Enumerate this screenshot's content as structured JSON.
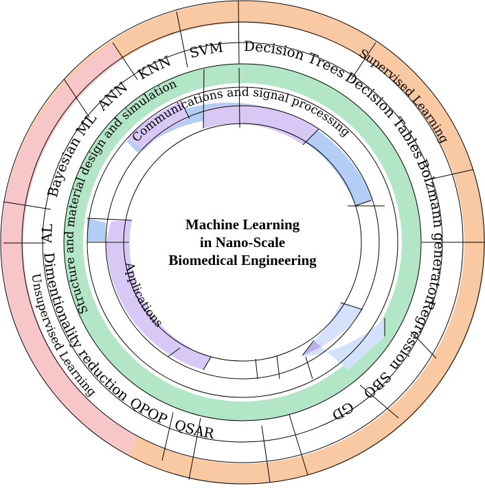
{
  "center_title": [
    "Machine Learning",
    "in Nano-Scale",
    "Biomedical Engineering"
  ],
  "colors": {
    "supervised": "#f9c9a4",
    "unsupervised": "#f7c6c9",
    "structure": "#b3e6c6",
    "communications": "#b3cdf4",
    "applications": "#d8c8f6",
    "applications_dark": "#bcb0f2",
    "regression_box": "#d3e2fa",
    "line": "#000000"
  },
  "learning_types": {
    "supervised": "Supervised Learning",
    "unsupervised": "Unsupervised Learning"
  },
  "algorithms": [
    {
      "id": "al",
      "label": "AL"
    },
    {
      "id": "bayesian-ml",
      "label": "Bayesian ML"
    },
    {
      "id": "ann",
      "label": "ANN"
    },
    {
      "id": "knn",
      "label": "KNN"
    },
    {
      "id": "svm",
      "label": "SVM"
    },
    {
      "id": "decision-trees",
      "label": "Decision Trees"
    },
    {
      "id": "decision-tables",
      "label": "Decision Tables"
    },
    {
      "id": "bolzmann-generator",
      "label": "Bolzmann generator"
    },
    {
      "id": "regression",
      "label": "Regression"
    },
    {
      "id": "sbo",
      "label": "SBO"
    },
    {
      "id": "gd",
      "label": "GD"
    },
    {
      "id": "qsar",
      "label": "QSAR"
    },
    {
      "id": "qpop",
      "label": "QPOP"
    },
    {
      "id": "dimensionality-reduction",
      "label": "Dimentionality reduction"
    }
  ],
  "application_areas": {
    "structure": "Structure and material design and simulation",
    "communications": "Communications and signal processing",
    "applications": "Applications"
  }
}
